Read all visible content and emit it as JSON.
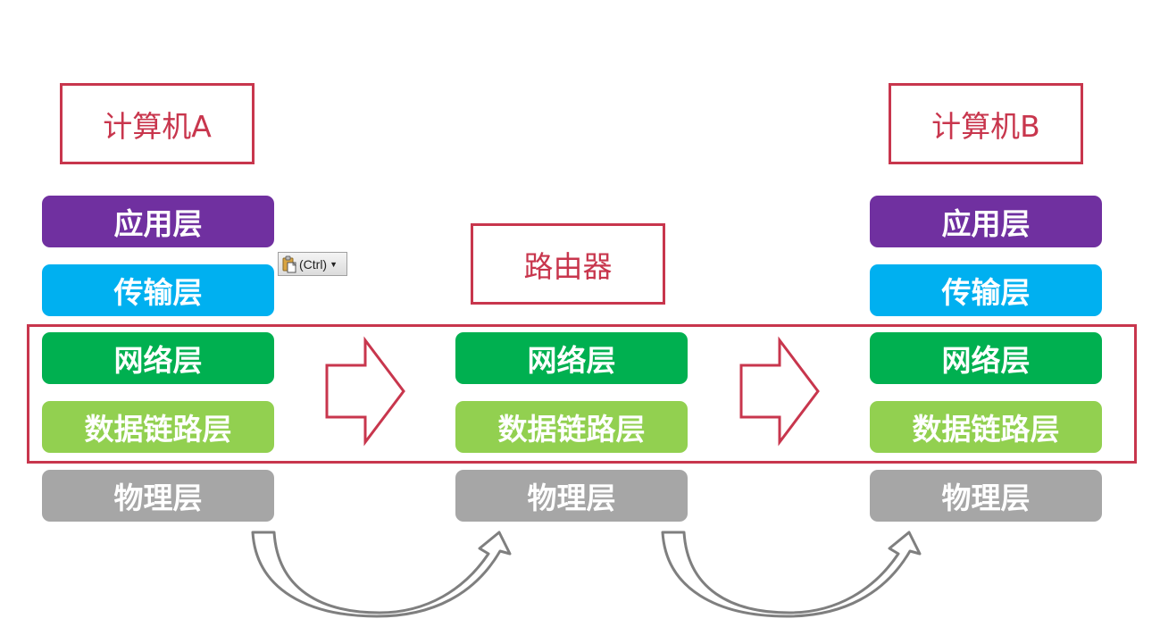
{
  "nodes": {
    "computer_a": "计算机A",
    "router": "路由器",
    "computer_b": "计算机B"
  },
  "layers": {
    "application": "应用层",
    "transport": "传输层",
    "network": "网络层",
    "data_link": "数据链路层",
    "physical": "物理层"
  },
  "paste_options": {
    "label": "(Ctrl)",
    "icon": "clipboard-icon"
  },
  "colors": {
    "accent_red": "#c8364d",
    "application": "#7030a0",
    "transport": "#00b0f0",
    "network": "#00b050",
    "data_link": "#92d050",
    "physical": "#a6a6a6"
  }
}
